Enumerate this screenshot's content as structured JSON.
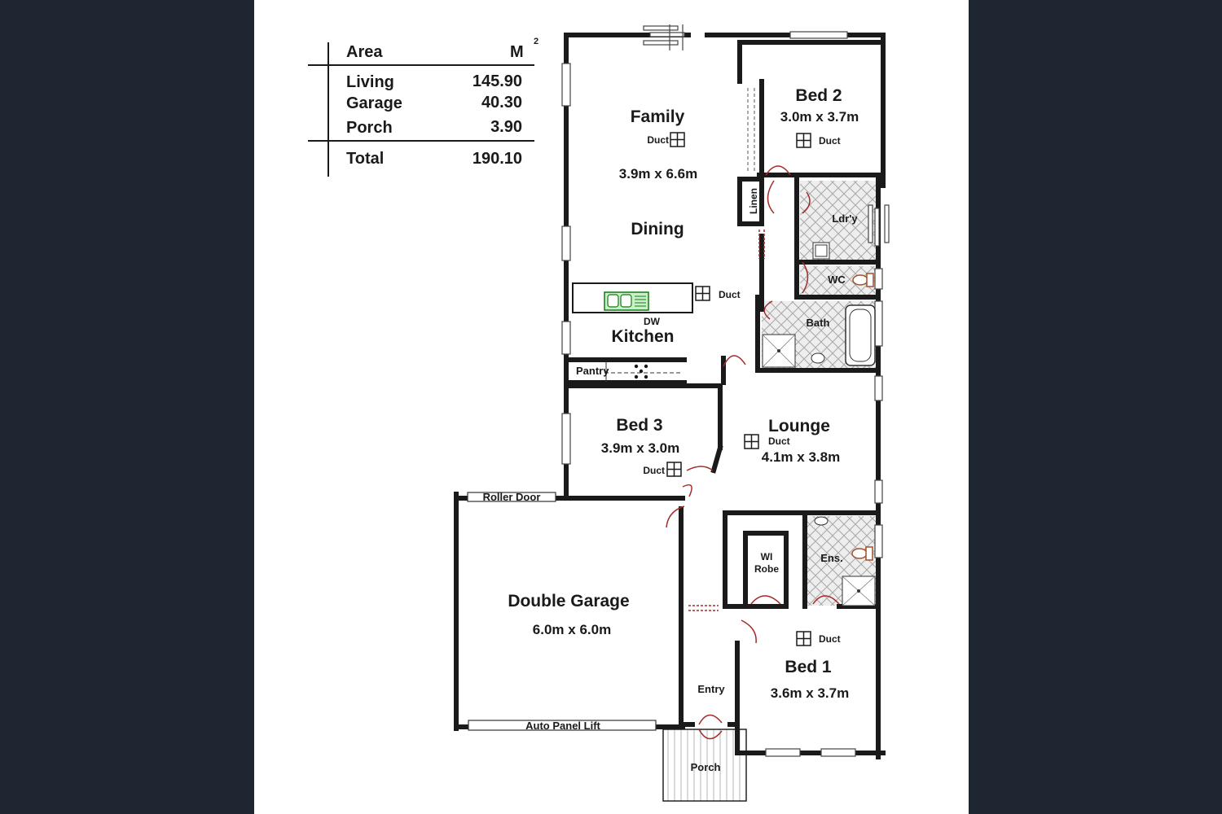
{
  "area_table": {
    "header_label": "Area",
    "header_unit": "M",
    "header_unit_sup": "2",
    "rows": [
      {
        "label": "Living",
        "value": "145.90"
      },
      {
        "label": "Garage",
        "value": "40.30"
      },
      {
        "label": "Porch",
        "value": "3.90"
      }
    ],
    "total_label": "Total",
    "total_value": "190.10"
  },
  "rooms": {
    "family": {
      "name": "Family",
      "dims": "3.9m x 6.6m"
    },
    "dining": {
      "name": "Dining"
    },
    "kitchen": {
      "name": "Kitchen",
      "dw": "DW",
      "pantry": "Pantry"
    },
    "bed2": {
      "name": "Bed 2",
      "dims": "3.0m x 3.7m"
    },
    "bed3": {
      "name": "Bed 3",
      "dims": "3.9m x 3.0m"
    },
    "bed1": {
      "name": "Bed 1",
      "dims": "3.6m x 3.7m"
    },
    "lounge": {
      "name": "Lounge",
      "dims": "4.1m x 3.8m"
    },
    "garage": {
      "name": "Double Garage",
      "dims": "6.0m x 6.0m",
      "roller_door": "Roller Door",
      "auto_panel": "Auto Panel Lift"
    },
    "linen": "Linen",
    "laundry": "Ldr'y",
    "wc": "WC",
    "bath": "Bath",
    "ensuite": "Ens.",
    "wi_robe_line1": "WI",
    "wi_robe_line2": "Robe",
    "entry": "Entry",
    "porch": "Porch"
  },
  "duct_label": "Duct"
}
